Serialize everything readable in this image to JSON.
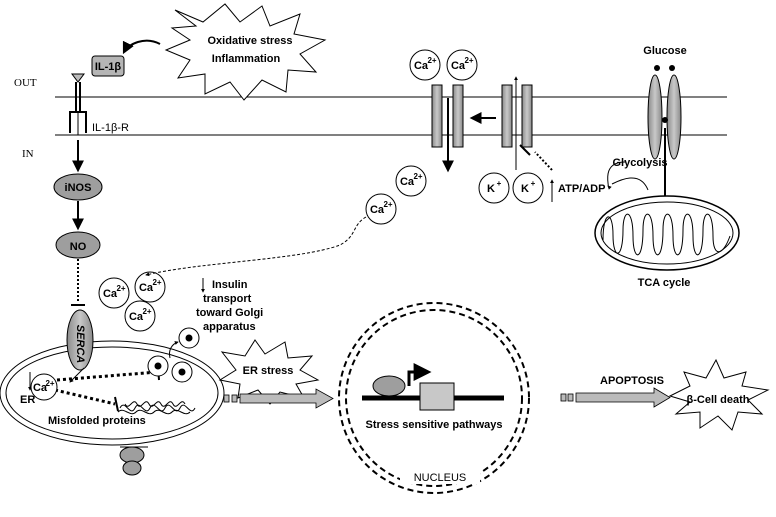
{
  "labels": {
    "out": "OUT",
    "in": "IN",
    "il1b": "IL-1β",
    "il1b_r": "IL-1β-R",
    "oxidative_line1": "Oxidative stress",
    "oxidative_line2": "Inflammation",
    "inos": "iNOS",
    "no": "NO",
    "serca": "SERCA",
    "er": "ER",
    "misfolded": "Misfolded proteins",
    "insulin_line1": "Insulin",
    "insulin_line2": "transport",
    "insulin_line3": "toward Golgi",
    "insulin_line4": "apparatus",
    "er_stress": "ER stress",
    "stress_pathways": "Stress sensitive pathways",
    "nucleus": "NUCLEUS",
    "apoptosis": "APOPTOSIS",
    "beta_cell_death": "β-Cell death",
    "glucose": "Glucose",
    "glycolysis": "Glycolysis",
    "atp_adp": "ATP/ADP",
    "tca": "TCA cycle",
    "ca": "Ca",
    "ca_sup": "2+",
    "k": "K",
    "k_sup": "+"
  }
}
